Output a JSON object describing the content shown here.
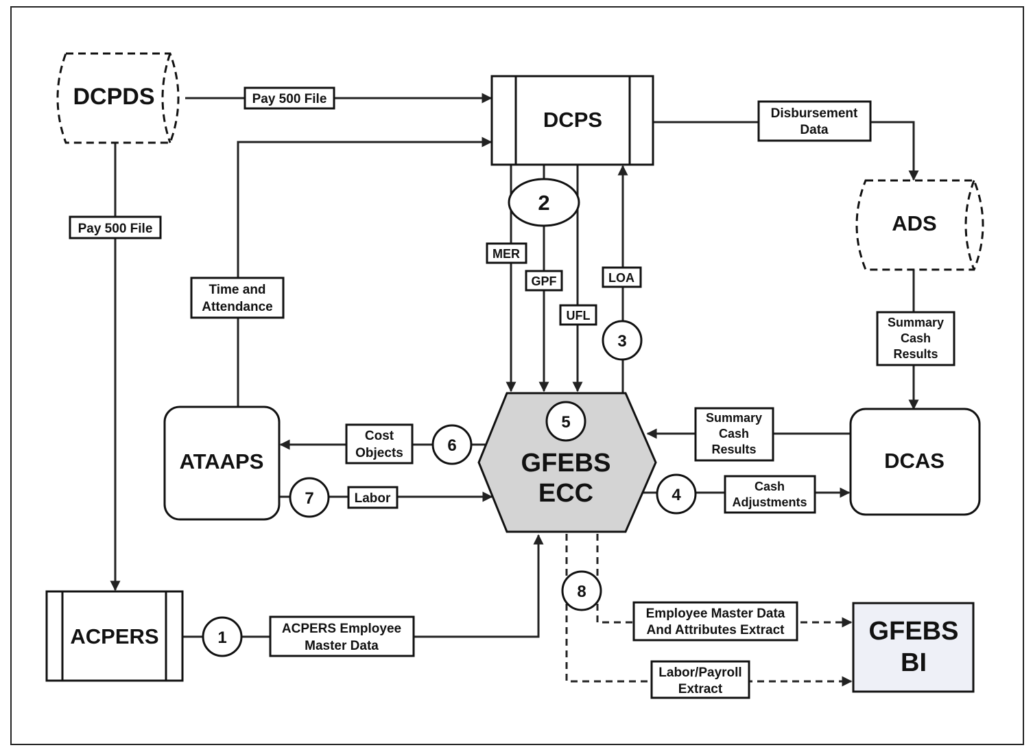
{
  "nodes": {
    "dcpds": "DCPDS",
    "dcps": "DCPS",
    "ads": "ADS",
    "ataaps": "ATAAPS",
    "gfebs_ecc_line1": "GFEBS",
    "gfebs_ecc_line2": "ECC",
    "dcas": "DCAS",
    "acpers": "ACPERS",
    "gfebs_bi_line1": "GFEBS",
    "gfebs_bi_line2": "BI"
  },
  "flows": {
    "pay500_top": "Pay 500 File",
    "pay500_left": "Pay 500 File",
    "disbursement_1": "Disbursement",
    "disbursement_2": "Data",
    "time_1": "Time and",
    "time_2": "Attendance",
    "mer": "MER",
    "gpf": "GPF",
    "ufl": "UFL",
    "loa": "LOA",
    "scr_ads_1": "Summary",
    "scr_ads_2": "Cash",
    "scr_ads_3": "Results",
    "scr_dcas_1": "Summary",
    "scr_dcas_2": "Cash",
    "scr_dcas_3": "Results",
    "cost_1": "Cost",
    "cost_2": "Objects",
    "labor": "Labor",
    "cashadj_1": "Cash",
    "cashadj_2": "Adjustments",
    "acpers_emd_1": "ACPERS Employee",
    "acpers_emd_2": "Master Data",
    "emd_extract_1": "Employee Master Data",
    "emd_extract_2": "And Attributes Extract",
    "labor_payroll_1": "Labor/Payroll",
    "labor_payroll_2": "Extract"
  },
  "steps": {
    "s1": "1",
    "s2": "2",
    "s3": "3",
    "s4": "4",
    "s5": "5",
    "s6": "6",
    "s7": "7",
    "s8": "8"
  },
  "colors": {
    "gfebs_ecc_fill": "#d4d4d4",
    "gfebs_bi_fill": "#eef0f7",
    "stroke": "#111111"
  }
}
